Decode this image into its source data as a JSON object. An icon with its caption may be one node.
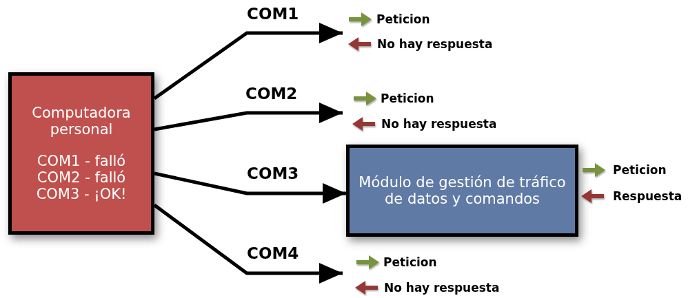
{
  "diagram": {
    "nodes": [
      {
        "text": [
          "Computadora personal",
          "COM1 - falló COM2 - falló COM3 - ¡OK!"
        ]
      },
      {
        "text": [
          "Módulo de gestión de tráfico de datos y comandos"
        ]
      }
    ],
    "edges": [
      {
        "from": 0,
        "to": null,
        "arrow": "to",
        "label": "COM1"
      },
      {
        "from": 0,
        "to": null,
        "arrow": "to",
        "label": "COM2"
      },
      {
        "from": 0,
        "to": 1,
        "arrow": "to",
        "label": "COM3"
      },
      {
        "from": 0,
        "to": null,
        "arrow": "to",
        "label": "COM4"
      }
    ],
    "labels": [
      "Peticion",
      "No hay respuesta",
      "Peticion",
      "No hay respuesta",
      "Peticion",
      "Respuesta",
      "Peticion",
      "No hay respuesta"
    ]
  }
}
